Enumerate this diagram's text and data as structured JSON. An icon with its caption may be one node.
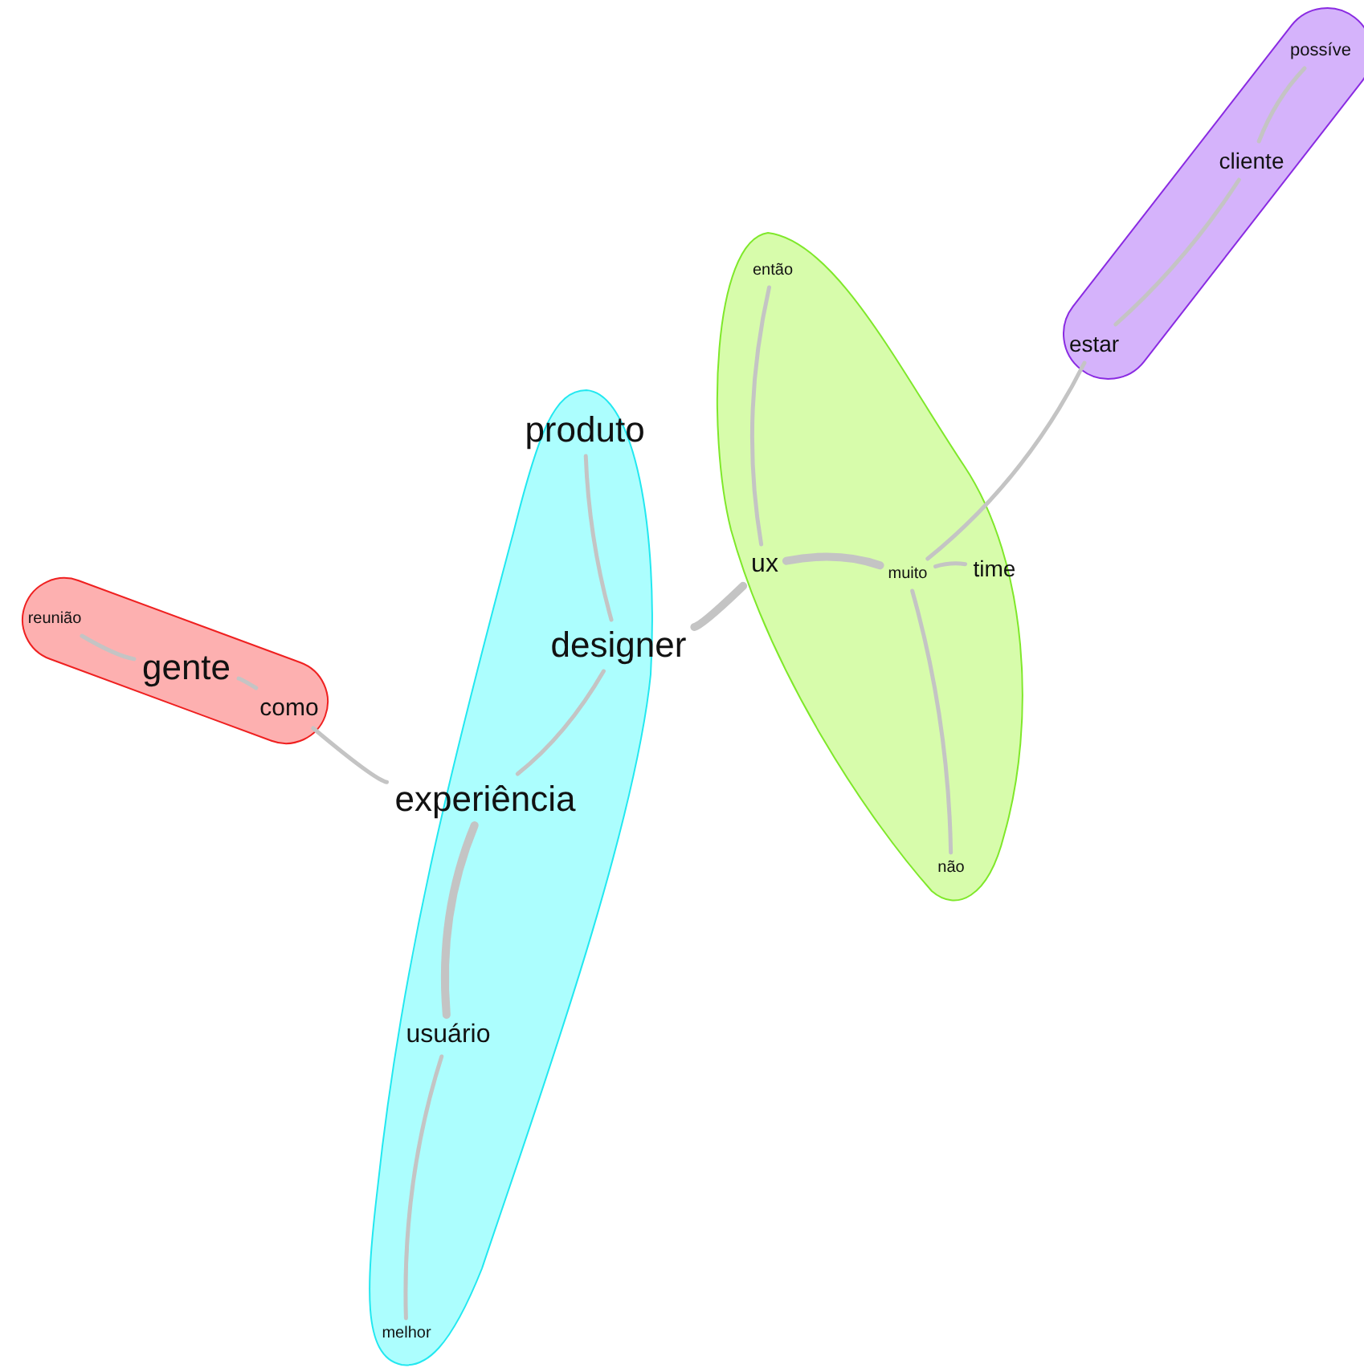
{
  "diagram": {
    "nodes": [
      {
        "text": [],
        "shape": "blob"
      },
      {
        "text": [
          "possíve"
        ],
        "in": 0
      },
      {
        "text": [
          "cliente"
        ],
        "in": 0
      },
      {
        "text": [
          "estar"
        ],
        "in": 0
      },
      {
        "text": [],
        "shape": "blob"
      },
      {
        "text": [
          "então"
        ],
        "in": 4
      },
      {
        "text": [
          "ux"
        ],
        "in": 4
      },
      {
        "text": [
          "muito"
        ],
        "in": 4
      },
      {
        "text": [
          "time"
        ],
        "in": 4
      },
      {
        "text": [
          "não"
        ],
        "in": 4
      },
      {
        "text": [],
        "shape": "blob"
      },
      {
        "text": [
          "produto"
        ],
        "in": 10
      },
      {
        "text": [
          "designer"
        ],
        "in": 10
      },
      {
        "text": [
          "experiência"
        ],
        "in": 10
      },
      {
        "text": [
          "usuário"
        ],
        "in": 10
      },
      {
        "text": [
          "melhor"
        ],
        "in": 10
      },
      {
        "text": [],
        "shape": "blob"
      },
      {
        "text": [
          "reunião"
        ],
        "in": 16
      },
      {
        "text": [
          "gente"
        ],
        "in": 16
      },
      {
        "text": [
          "como"
        ],
        "in": 16
      }
    ],
    "edges": [
      {
        "from": 1,
        "to": 2,
        "arrow": "none"
      },
      {
        "from": 2,
        "to": 3,
        "arrow": "none"
      },
      {
        "from": 3,
        "to": 7,
        "arrow": "none"
      },
      {
        "from": 5,
        "to": 6,
        "arrow": "none"
      },
      {
        "from": 6,
        "to": 7,
        "arrow": "none",
        "style": "thick"
      },
      {
        "from": 7,
        "to": 8,
        "arrow": "none"
      },
      {
        "from": 7,
        "to": 9,
        "arrow": "none"
      },
      {
        "from": 6,
        "to": 12,
        "arrow": "none",
        "style": "thick"
      },
      {
        "from": 11,
        "to": 12,
        "arrow": "none"
      },
      {
        "from": 12,
        "to": 13,
        "arrow": "none"
      },
      {
        "from": 13,
        "to": 14,
        "arrow": "none",
        "style": "thick"
      },
      {
        "from": 14,
        "to": 15,
        "arrow": "none"
      },
      {
        "from": 13,
        "to": 19,
        "arrow": "none"
      },
      {
        "from": 17,
        "to": 18,
        "arrow": "none"
      },
      {
        "from": 18,
        "to": 19,
        "arrow": "none"
      }
    ]
  }
}
